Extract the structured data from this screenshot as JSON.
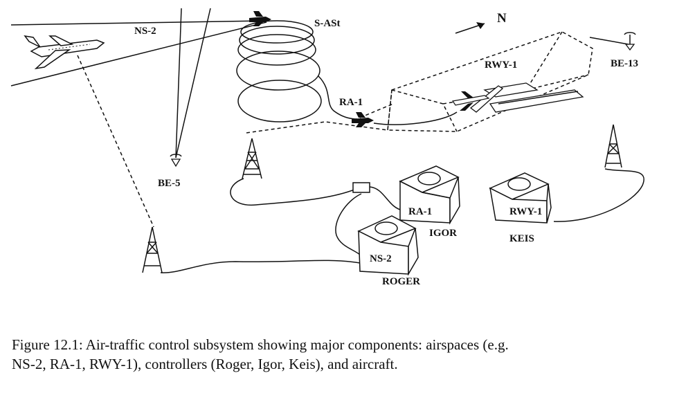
{
  "labels": {
    "ns2": "NS-2",
    "sast": "S-ASt",
    "north": "N",
    "rwy1": "RWY-1",
    "be13": "BE-13",
    "ra1": "RA-1",
    "be5": "BE-5",
    "console_ra1": "RA-1",
    "console_rwy1": "RWY-1",
    "console_ns2": "NS-2",
    "igor": "IGOR",
    "keis": "KEIS",
    "roger": "ROGER"
  },
  "caption": {
    "line1": "Figure 12.1:  Air-traffic control subsystem showing major components:  airspaces (e.g.",
    "line2": "NS-2, RA-1, RWY-1), controllers (Roger, Igor, Keis), and aircraft."
  }
}
